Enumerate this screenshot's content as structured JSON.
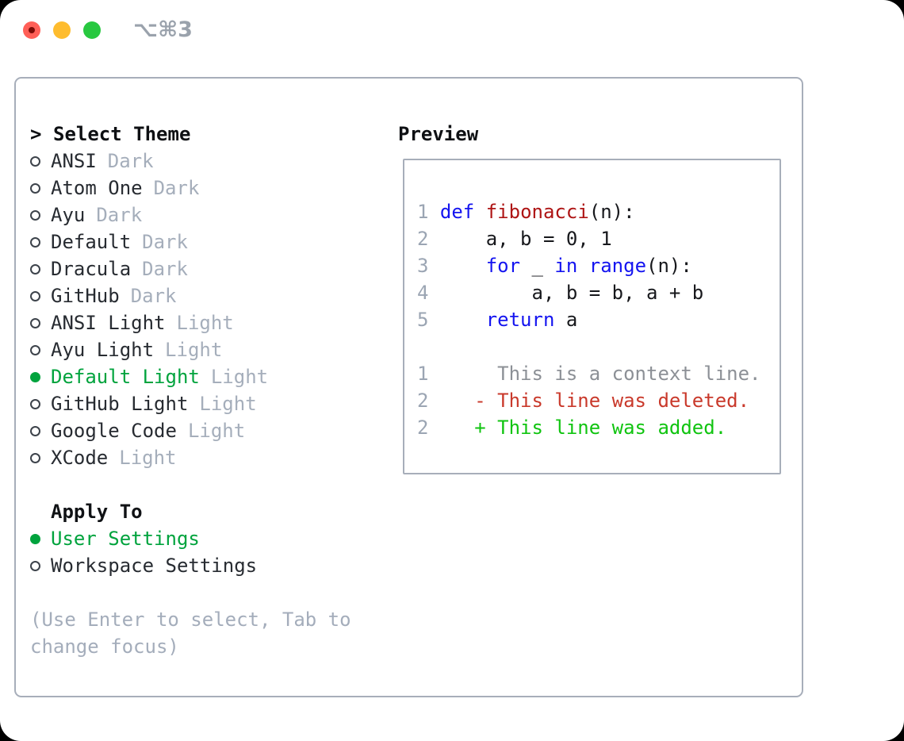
{
  "window": {
    "title_shortcut": "⌥⌘3"
  },
  "titlebar": {
    "close_color": "#ff5f57",
    "minimize_color": "#febc2e",
    "zoom_color": "#28c840"
  },
  "theme_list": {
    "heading_prefix": ">",
    "heading": "Select Theme",
    "items": [
      {
        "name": "ANSI",
        "tag": "Dark",
        "selected": false
      },
      {
        "name": "Atom One",
        "tag": "Dark",
        "selected": false
      },
      {
        "name": "Ayu",
        "tag": "Dark",
        "selected": false
      },
      {
        "name": "Default",
        "tag": "Dark",
        "selected": false
      },
      {
        "name": "Dracula",
        "tag": "Dark",
        "selected": false
      },
      {
        "name": "GitHub",
        "tag": "Dark",
        "selected": false
      },
      {
        "name": "ANSI Light",
        "tag": "Light",
        "selected": false
      },
      {
        "name": "Ayu Light",
        "tag": "Light",
        "selected": false
      },
      {
        "name": "Default Light",
        "tag": "Light",
        "selected": true
      },
      {
        "name": "GitHub Light",
        "tag": "Light",
        "selected": false
      },
      {
        "name": "Google Code",
        "tag": "Light",
        "selected": false
      },
      {
        "name": "XCode",
        "tag": "Light",
        "selected": false
      }
    ]
  },
  "apply_to": {
    "heading": "Apply To",
    "items": [
      {
        "name": "User Settings",
        "selected": true
      },
      {
        "name": "Workspace Settings",
        "selected": false
      }
    ]
  },
  "hint": {
    "line1": "(Use Enter to select, Tab to",
    "line2": "change focus)"
  },
  "preview": {
    "heading": "Preview",
    "code_lines": [
      [
        {
          "c": "ln",
          "t": "1 "
        },
        {
          "c": "kw",
          "t": "def"
        },
        {
          "c": "pl",
          "t": " "
        },
        {
          "c": "fn",
          "t": "fibonacci"
        },
        {
          "c": "pl",
          "t": "(n):"
        }
      ],
      [
        {
          "c": "ln",
          "t": "2 "
        },
        {
          "c": "pl",
          "t": "    a, b = 0, 1"
        }
      ],
      [
        {
          "c": "ln",
          "t": "3 "
        },
        {
          "c": "pl",
          "t": "    "
        },
        {
          "c": "kw",
          "t": "for"
        },
        {
          "c": "pl",
          "t": " _ "
        },
        {
          "c": "kw",
          "t": "in"
        },
        {
          "c": "pl",
          "t": " "
        },
        {
          "c": "kw",
          "t": "range"
        },
        {
          "c": "pl",
          "t": "(n):"
        }
      ],
      [
        {
          "c": "ln",
          "t": "4 "
        },
        {
          "c": "pl",
          "t": "        a, b = b, a + b"
        }
      ],
      [
        {
          "c": "ln",
          "t": "5 "
        },
        {
          "c": "pl",
          "t": "    "
        },
        {
          "c": "kw",
          "t": "return"
        },
        {
          "c": "pl",
          "t": " a"
        }
      ],
      [],
      [
        {
          "c": "ln",
          "t": "1 "
        },
        {
          "c": "ctx",
          "t": "     This is a context line."
        }
      ],
      [
        {
          "c": "ln",
          "t": "2 "
        },
        {
          "c": "del",
          "t": "   - This line was deleted."
        }
      ],
      [
        {
          "c": "ln",
          "t": "2 "
        },
        {
          "c": "add",
          "t": "   + This line was added."
        }
      ]
    ]
  },
  "colors": {
    "accent_green": "#00a33d",
    "keyword_blue": "#1414f0",
    "function_red": "#ae1414",
    "deleted_red": "#c9392b",
    "added_green": "#10c410",
    "muted_gray": "#a5aebb",
    "panel_border": "#a7aeba"
  }
}
